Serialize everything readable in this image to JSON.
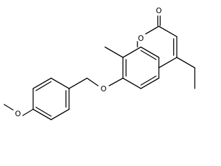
{
  "molecule": {
    "atoms": {
      "carbonyl_oxygen": "O",
      "ring_oxygen": "O",
      "ether_oxygen": "O",
      "methoxy_oxygen": "O"
    }
  },
  "colors": {
    "bond": "#000000",
    "label": "#000000",
    "background": "#ffffff"
  }
}
